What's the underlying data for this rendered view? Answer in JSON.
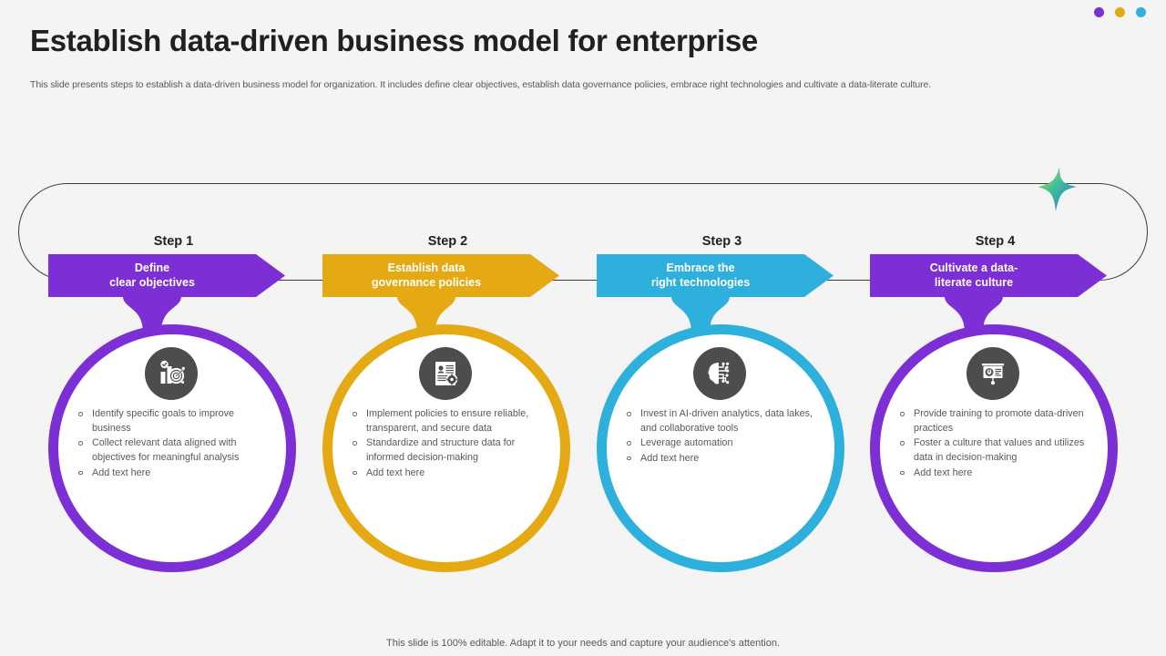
{
  "slide": {
    "title": "Establish data-driven business model for enterprise",
    "subtitle": "This slide presents steps to establish a data-driven business model for organization. It includes define clear objectives, establish data governance policies, embrace right technologies and cultivate a data-literate culture.",
    "footer": "This slide is 100% editable. Adapt it to your needs and capture your audience's attention."
  },
  "decor": {
    "dots": [
      {
        "name": "dot-purple",
        "color": "#7c2fd4"
      },
      {
        "name": "dot-gold",
        "color": "#e5a914"
      },
      {
        "name": "dot-blue",
        "color": "#2eb0dc"
      }
    ],
    "sparkle": {
      "name": "sparkle-star",
      "color_start": "#e8d63c",
      "color_end": "#2b7fd4"
    },
    "track_color": "#3b3b3b",
    "icon_badge_color": "#4d4d4f"
  },
  "steps": [
    {
      "label": "Step 1",
      "heading_line1": "Define",
      "heading_line2": "clear objectives",
      "color": "#7c2fd4",
      "icon": "target-bar-chart-icon",
      "bullets": [
        "Identify specific goals to improve business",
        "Collect relevant data aligned with objectives for meaningful analysis",
        "Add text here"
      ]
    },
    {
      "label": "Step 2",
      "heading_line1": "Establish data",
      "heading_line2": "governance policies",
      "color": "#e5a914",
      "icon": "document-gear-icon",
      "bullets": [
        "Implement policies to ensure reliable, transparent, and secure data",
        "Standardize and structure data for informed decision-making",
        "Add text here"
      ]
    },
    {
      "label": "Step 3",
      "heading_line1": "Embrace the",
      "heading_line2": "right technologies",
      "color": "#2eb0dc",
      "icon": "ai-brain-circuit-icon",
      "bullets": [
        "Invest in AI-driven analytics, data lakes, and collaborative tools",
        "Leverage automation",
        "Add text here"
      ]
    },
    {
      "label": "Step 4",
      "heading_line1": "Cultivate a data-",
      "heading_line2": "literate culture",
      "color": "#7c2fd4",
      "icon": "presentation-board-icon",
      "bullets": [
        "Provide training to promote data-driven practices",
        "Foster a culture that values and utilizes data in decision-making",
        "Add text here"
      ]
    }
  ]
}
